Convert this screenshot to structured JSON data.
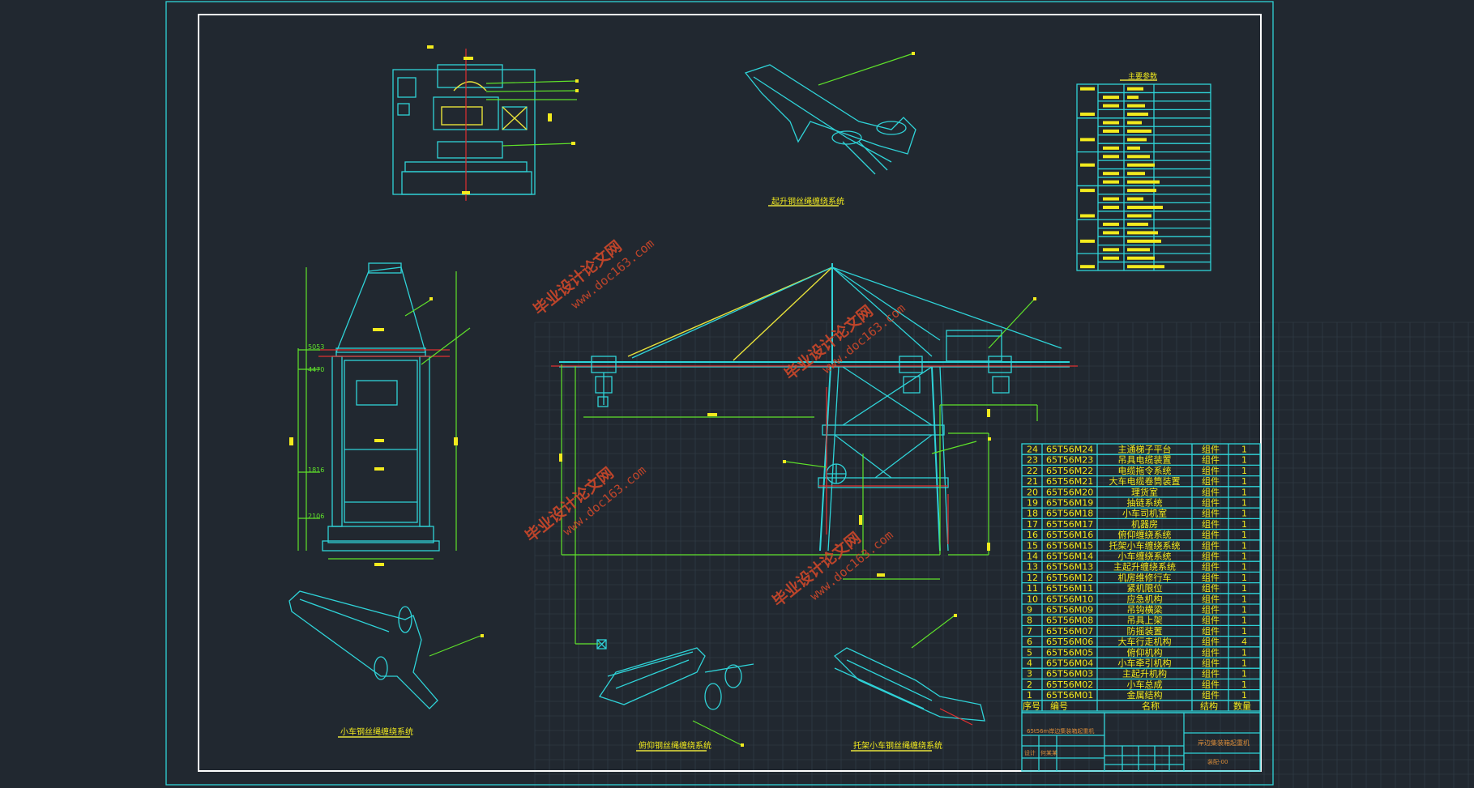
{
  "titles": {
    "hoist_rope": "起升钢丝绳缠绕系统",
    "trolley_rope": "小车钢丝绳缠绕系统",
    "luffing_rope": "俯仰钢丝绳缠绕系统",
    "cradle_rope": "托架小车钢丝绳缠绕系统",
    "main_params": "主要参数"
  },
  "watermark": {
    "cn": "毕业设计论文网",
    "url": "www.doc163.com"
  },
  "dimensions": {
    "d1": "5053",
    "d2": "4470",
    "d3": "1816",
    "d4": "2106"
  },
  "bom": {
    "rows": [
      {
        "no": "24",
        "code": "65T56M24",
        "name": "主通梯子平台",
        "type": "组件",
        "qty": "1"
      },
      {
        "no": "23",
        "code": "65T56M23",
        "name": "吊具电缆装置",
        "type": "组件",
        "qty": "1"
      },
      {
        "no": "22",
        "code": "65T56M22",
        "name": "电缆拖令系统",
        "type": "组件",
        "qty": "1"
      },
      {
        "no": "21",
        "code": "65T56M21",
        "name": "大车电缆卷筒装置",
        "type": "组件",
        "qty": "1"
      },
      {
        "no": "20",
        "code": "65T56M20",
        "name": "理货室",
        "type": "组件",
        "qty": "1"
      },
      {
        "no": "19",
        "code": "65T56M19",
        "name": "抽链系统",
        "type": "组件",
        "qty": "1"
      },
      {
        "no": "18",
        "code": "65T56M18",
        "name": "小车司机室",
        "type": "组件",
        "qty": "1"
      },
      {
        "no": "17",
        "code": "65T56M17",
        "name": "机器房",
        "type": "组件",
        "qty": "1"
      },
      {
        "no": "16",
        "code": "65T56M16",
        "name": "俯仰缠绕系统",
        "type": "组件",
        "qty": "1"
      },
      {
        "no": "15",
        "code": "65T56M15",
        "name": "托架小车缠绕系统",
        "type": "组件",
        "qty": "1"
      },
      {
        "no": "14",
        "code": "65T56M14",
        "name": "小车缠绕系统",
        "type": "组件",
        "qty": "1"
      },
      {
        "no": "13",
        "code": "65T56M13",
        "name": "主起升缠绕系统",
        "type": "组件",
        "qty": "1"
      },
      {
        "no": "12",
        "code": "65T56M12",
        "name": "机房维修行车",
        "type": "组件",
        "qty": "1"
      },
      {
        "no": "11",
        "code": "65T56M11",
        "name": "紧机限位",
        "type": "组件",
        "qty": "1"
      },
      {
        "no": "10",
        "code": "65T56M10",
        "name": "应急机构",
        "type": "组件",
        "qty": "1"
      },
      {
        "no": "9",
        "code": "65T56M09",
        "name": "吊钩横梁",
        "type": "组件",
        "qty": "1"
      },
      {
        "no": "8",
        "code": "65T56M08",
        "name": "吊具上架",
        "type": "组件",
        "qty": "1"
      },
      {
        "no": "7",
        "code": "65T56M07",
        "name": "防摇装置",
        "type": "组件",
        "qty": "1"
      },
      {
        "no": "6",
        "code": "65T56M06",
        "name": "大车行走机构",
        "type": "组件",
        "qty": "4"
      },
      {
        "no": "5",
        "code": "65T56M05",
        "name": "俯仰机构",
        "type": "组件",
        "qty": "1"
      },
      {
        "no": "4",
        "code": "65T56M04",
        "name": "小车牵引机构",
        "type": "组件",
        "qty": "1"
      },
      {
        "no": "3",
        "code": "65T56M03",
        "name": "主起升机构",
        "type": "组件",
        "qty": "1"
      },
      {
        "no": "2",
        "code": "65T56M02",
        "name": "小车总成",
        "type": "组件",
        "qty": "1"
      },
      {
        "no": "1",
        "code": "65T56M01",
        "name": "金属结构",
        "type": "组件",
        "qty": "1"
      }
    ],
    "header": {
      "no": "序号",
      "code": "编号",
      "name": "名称",
      "type": "结构",
      "qty": "数量"
    }
  },
  "titleblock": {
    "drawing_name": "65t56m岸边集装箱起重机",
    "project": "岸边集装箱起重机",
    "sheet": "装配-00",
    "design_label": "设计",
    "designer": "何某某"
  },
  "colors": {
    "background": "#212830",
    "cyan": "#2fd3d8",
    "yellow": "#f2ea1e",
    "green": "#5fe22a",
    "red": "#e03030"
  }
}
